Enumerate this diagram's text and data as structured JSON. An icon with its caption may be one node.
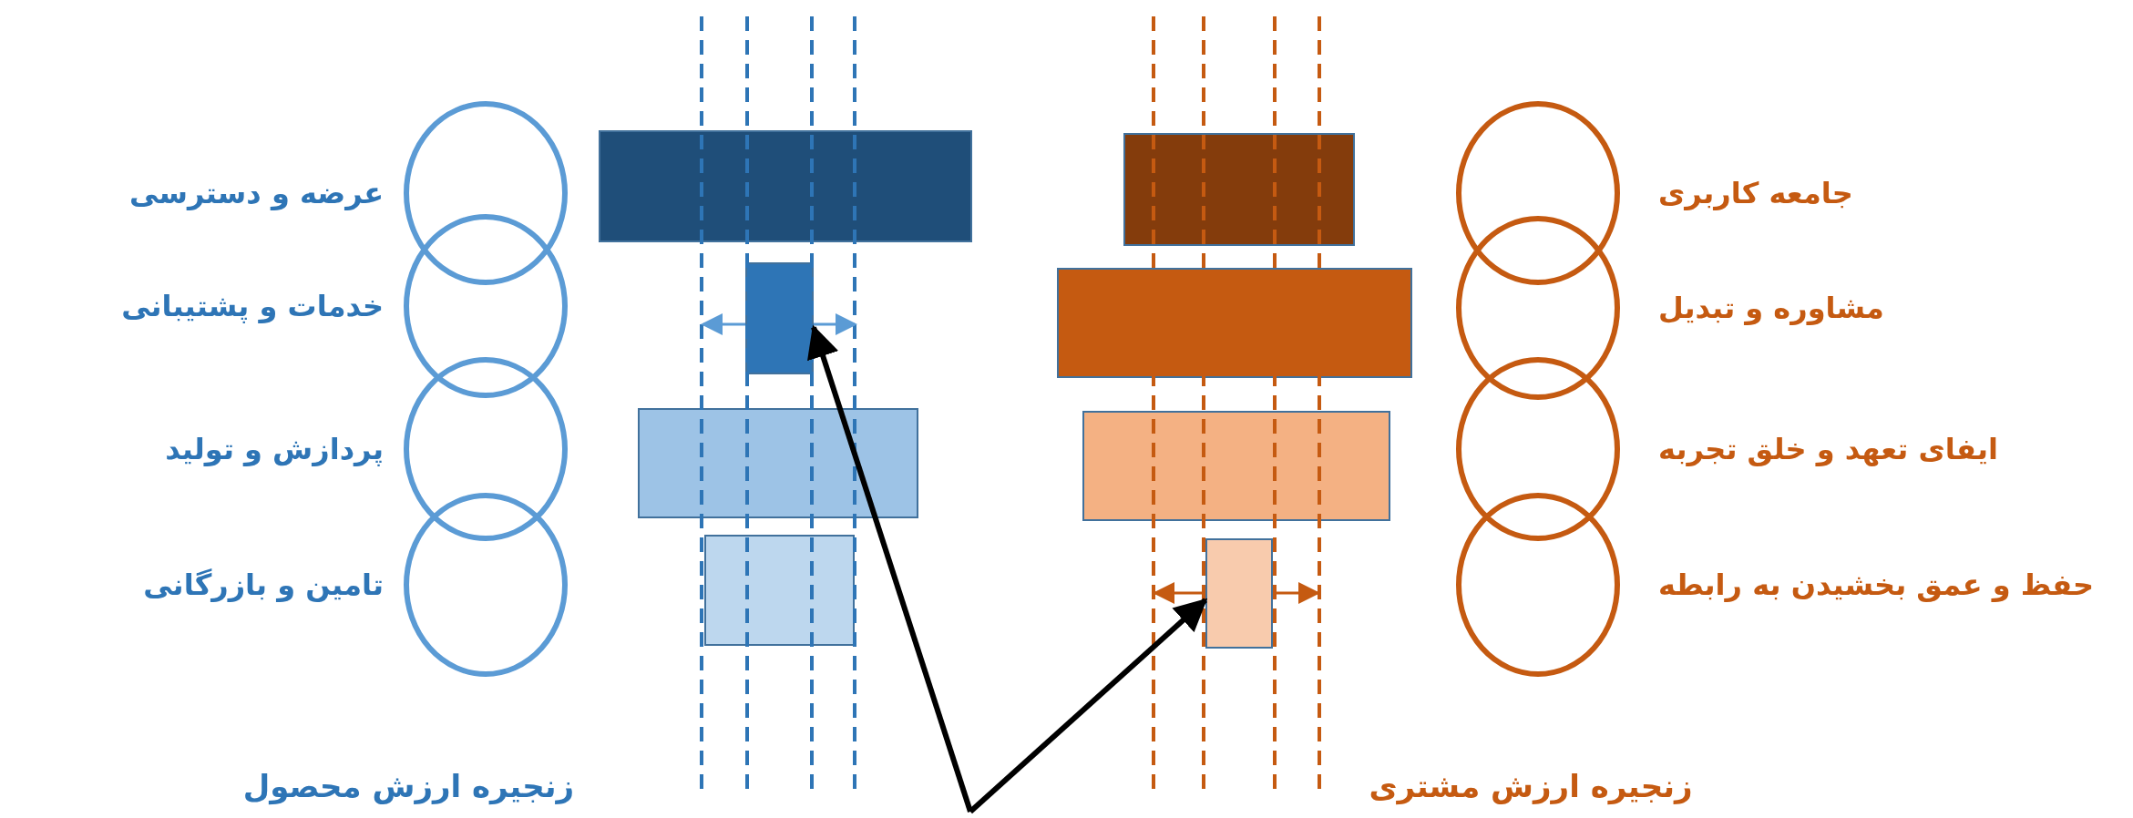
{
  "diagram": {
    "nodes": [
      {
        "text": [
          "عرضه و دسترسی"
        ]
      },
      {
        "text": [
          "خدمات و پشتیبانی"
        ]
      },
      {
        "text": [
          "پردازش و تولید"
        ]
      },
      {
        "text": [
          "تامین و بازرگانی"
        ]
      },
      {
        "text": [],
        "shape": "bar"
      },
      {
        "text": [],
        "shape": "bar"
      },
      {
        "text": [],
        "shape": "bar"
      },
      {
        "text": [],
        "shape": "bar"
      },
      {
        "text": [],
        "shape": "bar"
      },
      {
        "text": [],
        "shape": "bar"
      },
      {
        "text": [],
        "shape": "bar"
      },
      {
        "text": [],
        "shape": "bar"
      },
      {
        "text": [
          "جامعه کاربری"
        ]
      },
      {
        "text": [
          "مشاوره و تبدیل"
        ]
      },
      {
        "text": [
          "ایفای تعهد و خلق تجربه"
        ]
      },
      {
        "text": [
          "حفظ و عمق بخشیدن به رابطه"
        ]
      }
    ],
    "edges": [
      {
        "from": null,
        "to": 5,
        "arrow": "to"
      },
      {
        "from": null,
        "to": 11,
        "arrow": "to"
      }
    ],
    "labels": [
      "زنجیره ارزش محصول",
      "زنجیره ارزش مشتری"
    ]
  }
}
